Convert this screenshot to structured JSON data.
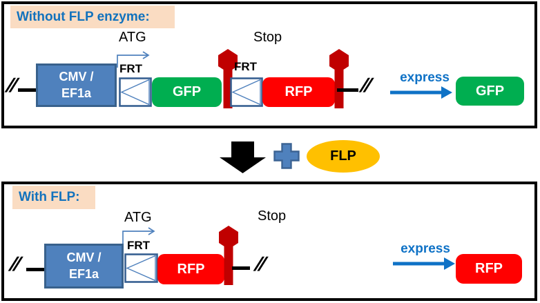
{
  "colors": {
    "panel_border": "#000000",
    "title_bg": "#FADCC2",
    "title_text": "#1272BD",
    "promoter_fill": "#4F81BD",
    "promoter_border": "#38618C",
    "frt_box_border": "#365F91",
    "frt_triangle_stroke": "#4F81BD",
    "gfp_green": "#00AE50",
    "rfp_red": "#FF0000",
    "stop_signal_red": "#C00000",
    "flp_gold": "#FFC000",
    "express_blue": "#0F72C6",
    "transform_arrow_black": "#000000"
  },
  "top_panel": {
    "title": "Without FLP enzyme:",
    "atg_label": "ATG",
    "stop_label": "Stop",
    "break_left": "//",
    "break_right": "//",
    "promoter_line1": "CMV /",
    "promoter_line2": "EF1a",
    "frt_label_1": "FRT",
    "frt_label_2": "FRT",
    "gfp_label": "GFP",
    "rfp_label": "RFP",
    "express_label": "express",
    "result_label": "GFP"
  },
  "middle": {
    "flp_label": "FLP"
  },
  "bottom_panel": {
    "title": "With FLP:",
    "atg_label": "ATG",
    "stop_label": "Stop",
    "break_left": "//",
    "break_right": "//",
    "promoter_line1": "CMV /",
    "promoter_line2": "EF1a",
    "frt_label": "FRT",
    "rfp_label": "RFP",
    "express_label": "express",
    "result_label": "RFP"
  }
}
